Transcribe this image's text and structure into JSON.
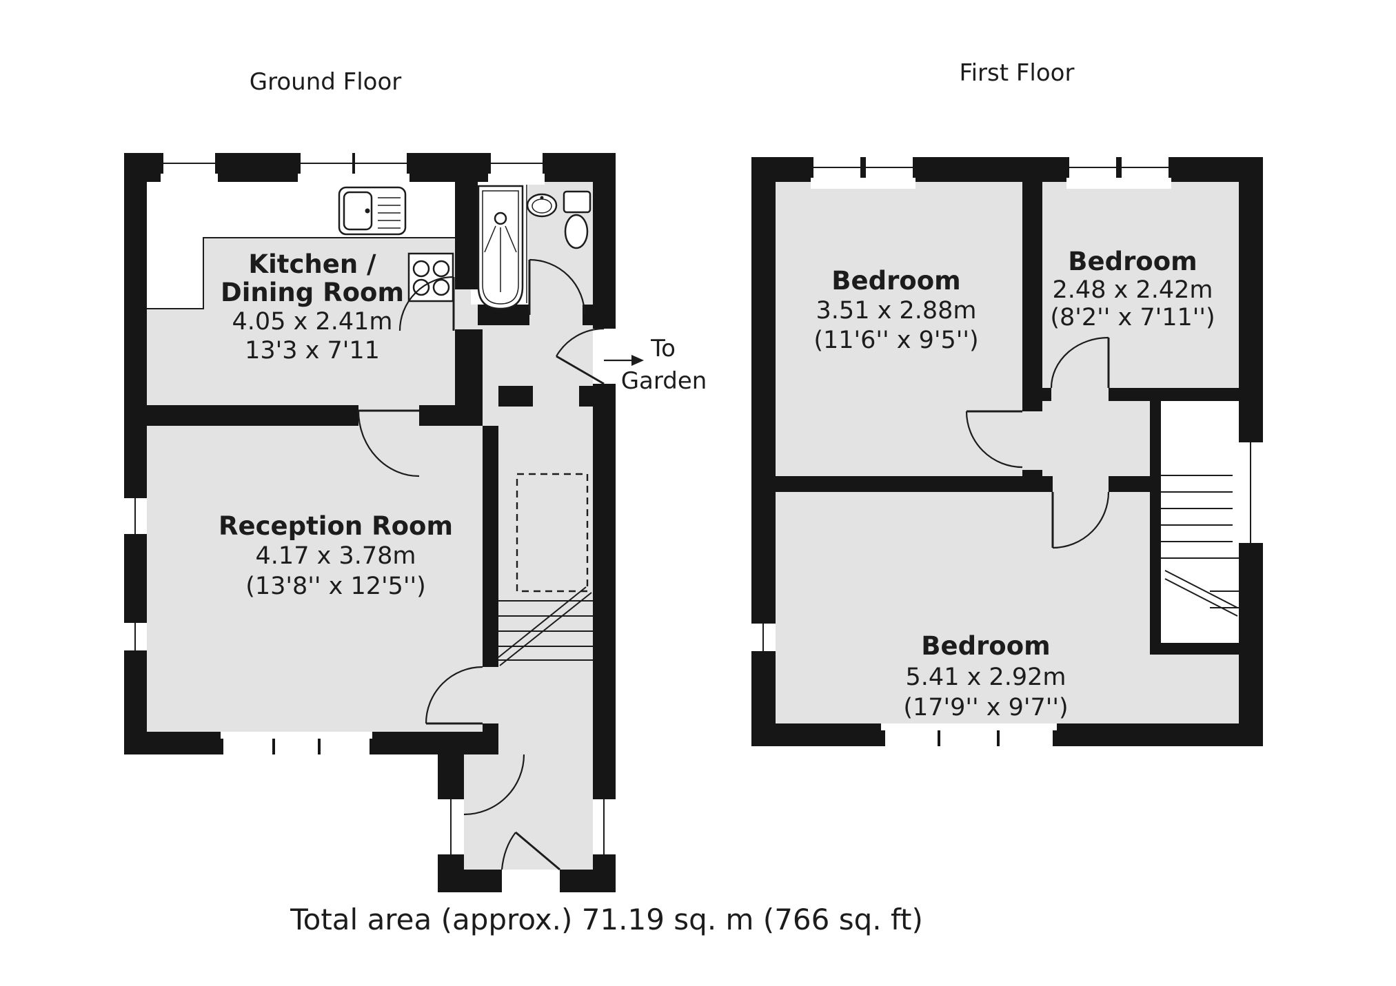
{
  "ground_floor": {
    "title": "Ground Floor",
    "kitchen": {
      "name_line1": "Kitchen /",
      "name_line2": "Dining Room",
      "dims_metric": "4.05 x 2.41m",
      "dims_imperial": "13'3 x 7'11"
    },
    "reception": {
      "name": "Reception Room",
      "dims_metric": "4.17 x 3.78m",
      "dims_imperial": "(13'8'' x 12'5'')"
    },
    "garden_label_line1": "To",
    "garden_label_line2": "Garden",
    "fixtures": [
      "kitchen-sink",
      "hob",
      "bathtub-with-shower",
      "wash-basin",
      "toilet",
      "staircase",
      "doors",
      "windows"
    ]
  },
  "first_floor": {
    "title": "First Floor",
    "bedroom_left": {
      "name": "Bedroom",
      "dims_metric": "3.51 x 2.88m",
      "dims_imperial": "(11'6'' x 9'5'')"
    },
    "bedroom_right": {
      "name": "Bedroom",
      "dims_metric": "2.48 x 2.42m",
      "dims_imperial": "(8'2'' x 7'11'')"
    },
    "bedroom_bottom": {
      "name": "Bedroom",
      "dims_metric": "5.41 x 2.92m",
      "dims_imperial": "(17'9'' x 9'7'')"
    },
    "fixtures": [
      "staircase",
      "doors",
      "windows"
    ]
  },
  "footer": {
    "total_area": "Total area (approx.) 71.19 sq. m (766 sq. ft)"
  },
  "colors": {
    "wall": "#161616",
    "room_fill": "#e3e3e3",
    "background": "#ffffff",
    "text": "#1c1c1c"
  }
}
